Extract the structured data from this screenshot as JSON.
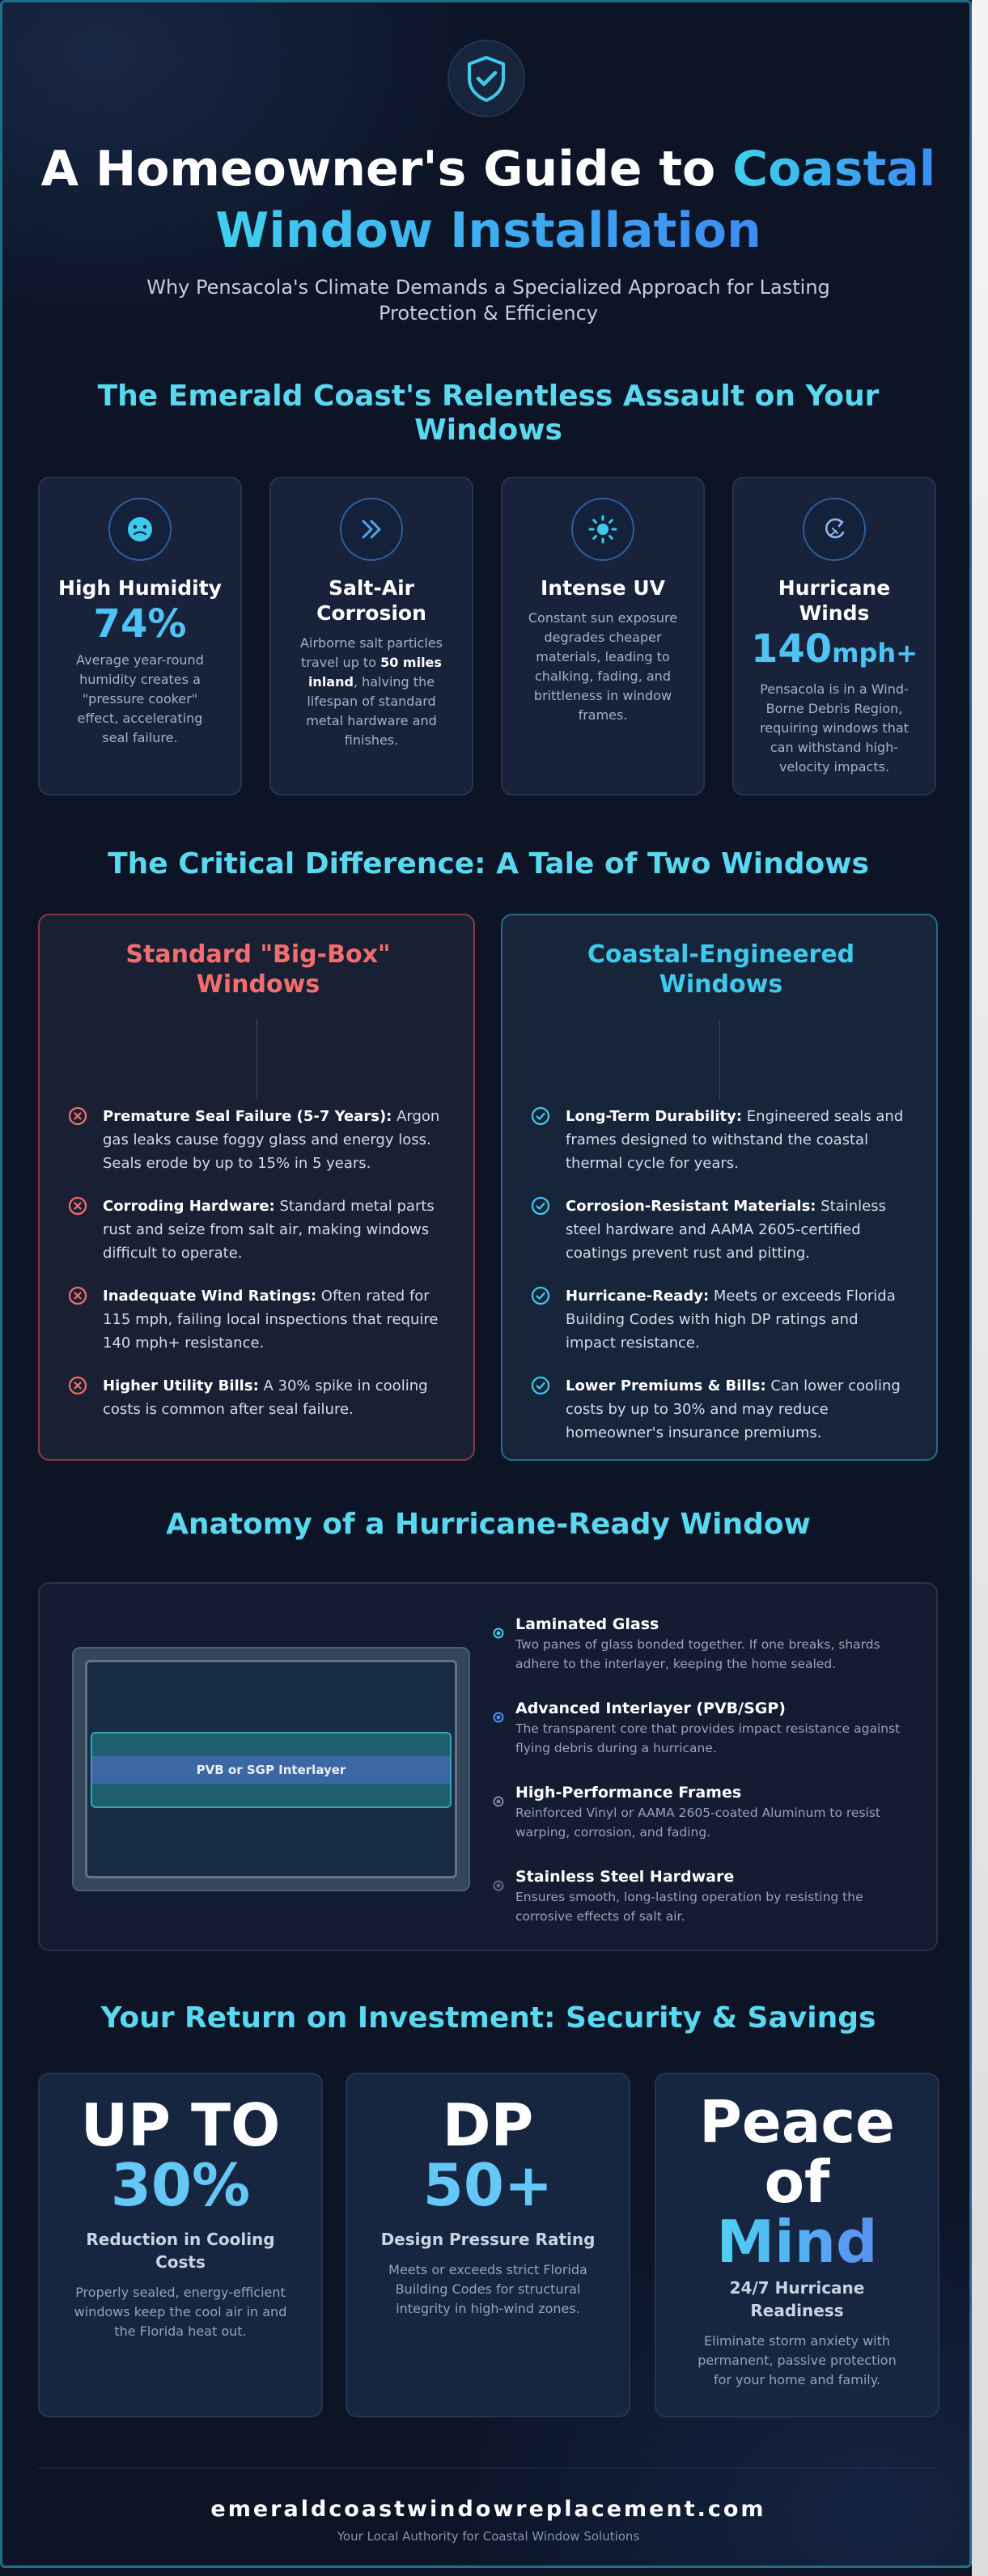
{
  "header": {
    "title_white": "A Homeowner's Guide to ",
    "title_accent_1": "Coastal",
    "title_accent_2": "Window Installation",
    "subtitle": "Why Pensacola's Climate Demands a Specialized Approach for Lasting Protection & Efficiency",
    "logo_icon": "shield-check-icon"
  },
  "threats": {
    "heading": "The Emerald Coast's Relentless Assault on Your Windows",
    "cards": [
      {
        "icon": "humidity-face-icon",
        "name": "High Humidity",
        "value": "74%",
        "desc": "Average year-round humidity creates a \"pressure cooker\" effect, accelerating seal failure."
      },
      {
        "icon": "double-chevron-icon",
        "name": "Salt-Air Corrosion",
        "desc_pre": "Airborne salt particles travel up to ",
        "desc_bold": "50 miles inland",
        "desc_post": ", halving the lifespan of standard metal hardware and finishes."
      },
      {
        "icon": "sun-icon",
        "name": "Intense UV",
        "desc": "Constant sun exposure degrades cheaper materials, leading to chalking, fading, and brittleness in window frames."
      },
      {
        "icon": "storm-icon",
        "name": "Hurricane Winds",
        "value": "140",
        "unit": "mph+",
        "desc": "Pensacola is in a Wind-Borne Debris Region, requiring windows that can withstand high-velocity impacts."
      }
    ]
  },
  "comparison": {
    "heading": "The Critical Difference: A Tale of Two Windows",
    "standard": {
      "title": "Standard \"Big-Box\" Windows",
      "icon": "x-circle-icon",
      "color": "#f26e6e",
      "items": [
        {
          "bold": "Premature Seal Failure (5-7 Years):",
          "text": " Argon gas leaks cause foggy glass and energy loss. Seals erode by up to 15% in 5 years."
        },
        {
          "bold": "Corroding Hardware:",
          "text": " Standard metal parts rust and seize from salt air, making windows difficult to operate."
        },
        {
          "bold": "Inadequate Wind Ratings:",
          "text": " Often rated for 115 mph, failing local inspections that require 140 mph+ resistance."
        },
        {
          "bold": "Higher Utility Bills:",
          "text": " A 30% spike in cooling costs is common after seal failure."
        }
      ]
    },
    "coastal": {
      "title": "Coastal-Engineered Windows",
      "icon": "check-circle-icon",
      "color": "#3fc9ec",
      "items": [
        {
          "bold": "Long-Term Durability:",
          "text": " Engineered seals and frames designed to withstand the coastal thermal cycle for years."
        },
        {
          "bold": "Corrosion-Resistant Materials:",
          "text": " Stainless steel hardware and AAMA 2605-certified coatings prevent rust and pitting."
        },
        {
          "bold": "Hurricane-Ready:",
          "text": " Meets or exceeds Florida Building Codes with high DP ratings and impact resistance."
        },
        {
          "bold": "Lower Premiums & Bills:",
          "text": " Can lower cooling costs by up to 30% and may reduce homeowner's insurance premiums."
        }
      ]
    }
  },
  "anatomy": {
    "heading": "Anatomy of a Hurricane-Ready Window",
    "interlayer_label": "PVB or SGP Interlayer",
    "parts": [
      {
        "name": "Laminated Glass",
        "desc": "Two panes of glass bonded together. If one breaks, shards adhere to the interlayer, keeping the home sealed.",
        "color": "#3fc9ec"
      },
      {
        "name": "Advanced Interlayer (PVB/SGP)",
        "desc": "The transparent core that provides impact resistance against flying debris during a hurricane.",
        "color": "#4d8ff0"
      },
      {
        "name": "High-Performance Frames",
        "desc": "Reinforced Vinyl or AAMA 2605-coated Aluminum to resist warping, corrosion, and fading.",
        "color": "#7c8aa0"
      },
      {
        "name": "Stainless Steel Hardware",
        "desc": "Ensures smooth, long-lasting operation by resisting the corrosive effects of salt air.",
        "color": "#5c6a80"
      }
    ]
  },
  "roi": {
    "heading": "Your Return on Investment: Security & Savings",
    "cards": [
      {
        "line1": "UP TO",
        "line2": "30%",
        "label": "Reduction in Cooling Costs",
        "desc": "Properly sealed, energy-efficient windows keep the cool air in and the Florida heat out."
      },
      {
        "line1": "DP",
        "line2": "50+",
        "label": "Design Pressure Rating",
        "desc": "Meets or exceeds strict Florida Building Codes for structural integrity in high-wind zones."
      },
      {
        "line1": "Peace",
        "line1b": "of",
        "line2": "Mind",
        "label": "24/7 Hurricane Readiness",
        "desc": "Eliminate storm anxiety with permanent, passive protection for your home and family."
      }
    ]
  },
  "footer": {
    "site": "emeraldcoastwindowreplacement.com",
    "tagline": "Your Local Authority for Coastal Window Solutions"
  }
}
